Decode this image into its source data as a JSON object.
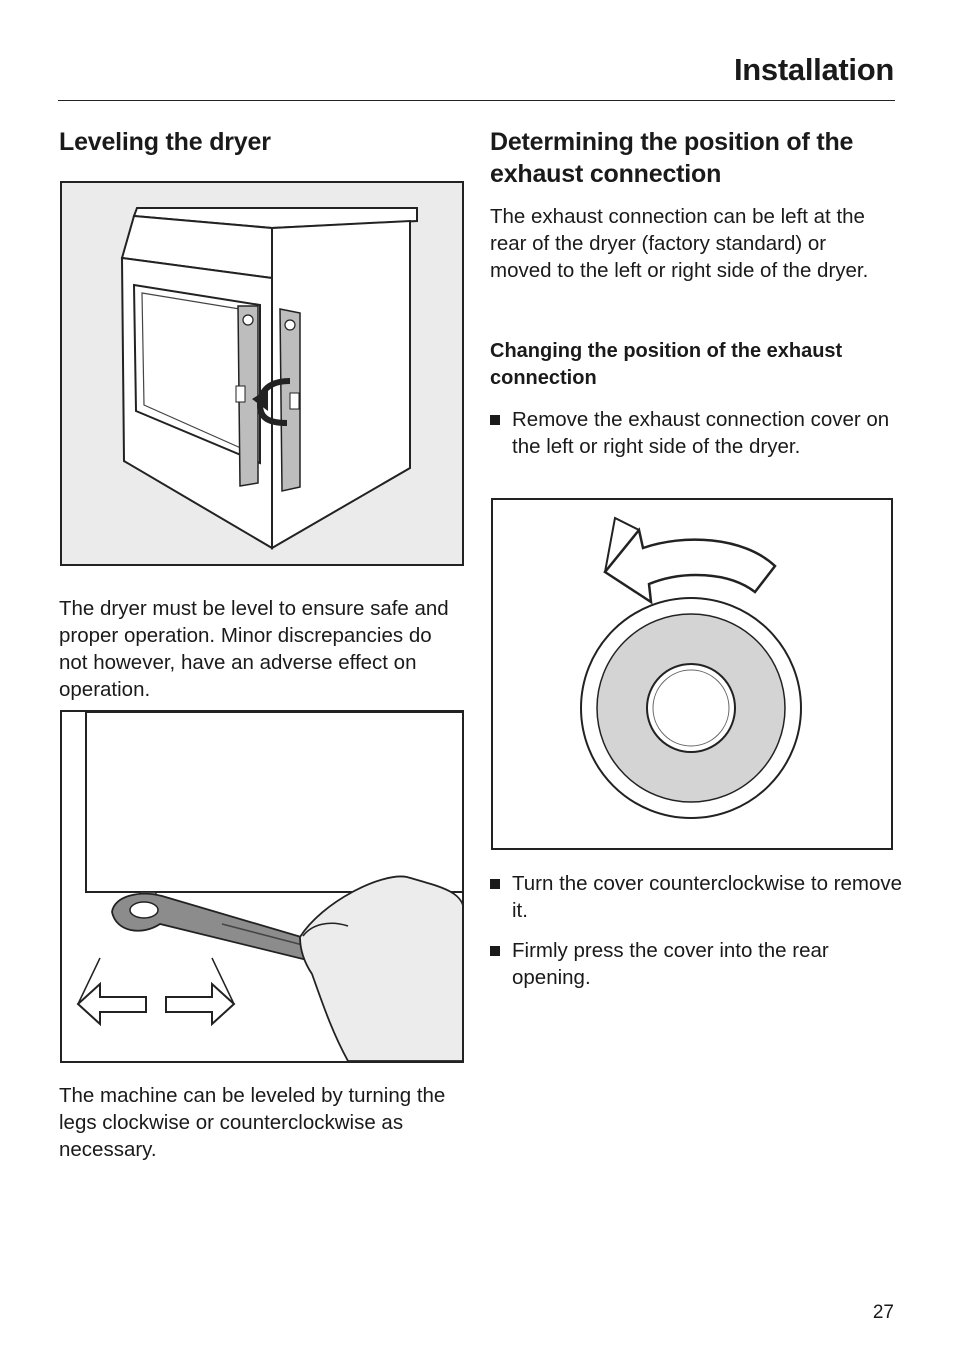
{
  "header": {
    "title": "Installation"
  },
  "left": {
    "heading": "Leveling the dryer",
    "paragraph1": "The dryer must be level to ensure safe and proper operation. Minor discrepancies do not however, have an adverse effect on operation.",
    "paragraph2": "The machine can be leveled by turning the legs clockwise or counterclockwise as necessary."
  },
  "right": {
    "heading": "Determining the position of the exhaust connection",
    "intro": "The exhaust connection can be left at the rear of the dryer (factory standard) or moved to the left or right side of the dryer.",
    "subheading": "Changing the position of the exhaust connection",
    "bullets": [
      "Remove the exhaust connection cover on the left or right side of the dryer.",
      "Turn the cover counterclockwise to remove it.",
      "Firmly press the cover into the rear opening."
    ]
  },
  "footer": {
    "page_number": "27"
  }
}
